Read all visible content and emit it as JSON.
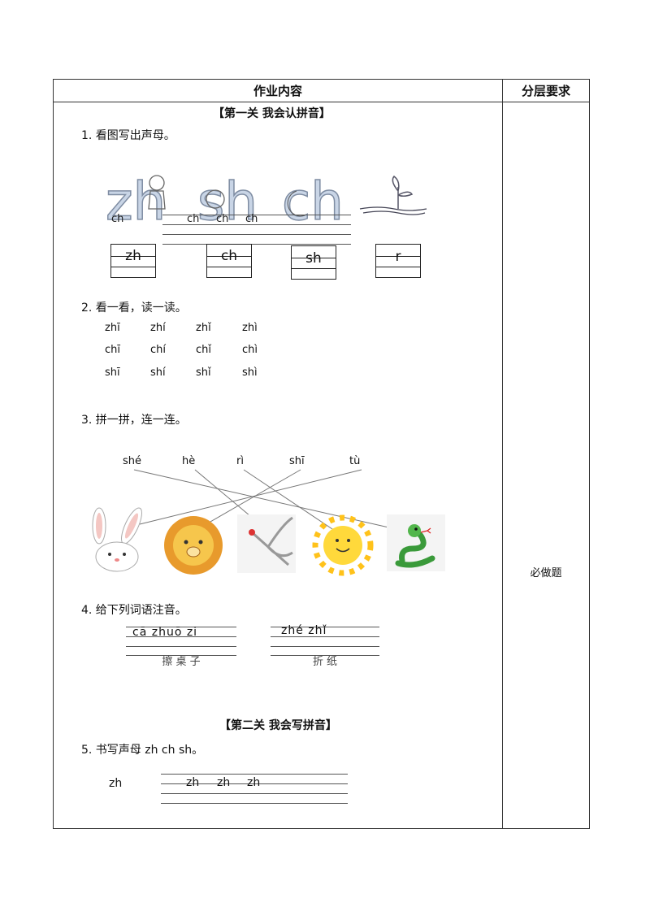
{
  "table": {
    "col_content": "作业内容",
    "col_level": "分层要求",
    "level_value": "必做题"
  },
  "section1": {
    "title": "【第一关  我会认拼音】"
  },
  "q1": {
    "prompt": "1. 看图写出声母。",
    "letters": [
      "zh",
      "sh",
      "ch"
    ],
    "hint_first": "ch",
    "hint_trace": [
      "ch",
      "ch",
      "ch"
    ],
    "answers": [
      "zh",
      "ch",
      "sh",
      "r"
    ]
  },
  "q2": {
    "prompt": "2. 看一看，读一读。",
    "rows": [
      [
        "zhī",
        "zhí",
        "zhǐ",
        "zhì"
      ],
      [
        "chī",
        "chí",
        "chǐ",
        "chì"
      ],
      [
        "shī",
        "shí",
        "shǐ",
        "shì"
      ]
    ]
  },
  "q3": {
    "prompt": "3. 拼一拼，连一连。",
    "words": [
      "shé",
      "hè",
      "rì",
      "shī",
      "tù"
    ],
    "pictures": [
      "rabbit",
      "lion",
      "crane",
      "sun",
      "snake"
    ]
  },
  "q4": {
    "prompt": "4. 给下列词语注音。",
    "items": [
      {
        "pinyin": "cā  zhuō  zi",
        "hanzi": "擦 桌 子"
      },
      {
        "pinyin": "zhé  zhǐ",
        "hanzi": "折 纸"
      }
    ]
  },
  "section2": {
    "title": "【第二关  我会写拼音】"
  },
  "q5": {
    "prompt": "5. 书写声母 zh  ch  sh。",
    "model": "zh",
    "trace": [
      "zh",
      "zh",
      "zh"
    ]
  },
  "colors": {
    "border": "#333333",
    "letter_fill": "#c9d5e6",
    "letter_stroke": "#7f8da3"
  }
}
